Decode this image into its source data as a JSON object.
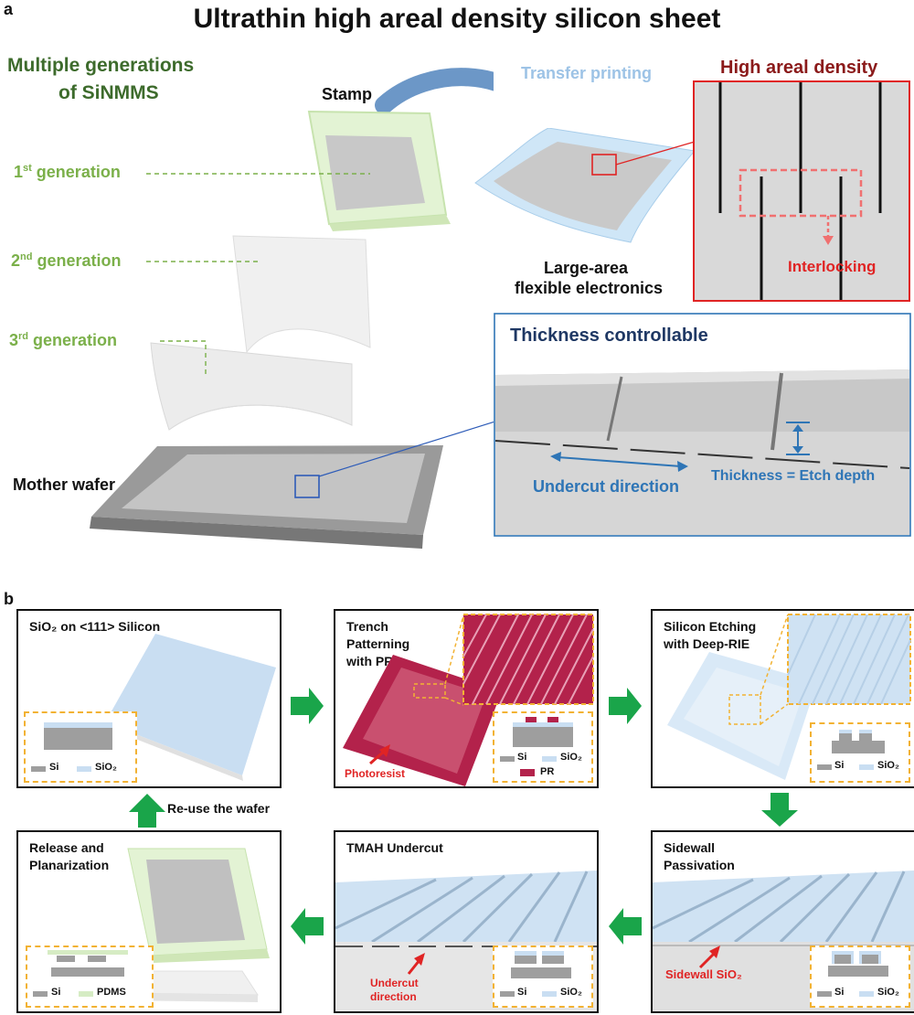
{
  "panel_a": {
    "letter": "a",
    "title": "Ultrathin high areal density silicon sheet",
    "multiple_generations": "Multiple generations",
    "of_sinmms": "of SiNMMS",
    "stamp": "Stamp",
    "transfer_printing": "Transfer printing",
    "gen1_num": "1",
    "gen1_sup": "st",
    "gen1_word": " generation",
    "gen2_num": "2",
    "gen2_sup": "nd",
    "gen2_word": " generation",
    "gen3_num": "3",
    "gen3_sup": "rd",
    "gen3_word": " generation",
    "mother_wafer": "Mother wafer",
    "large_area": "Large-area",
    "flexible_electronics": "flexible electronics",
    "high_areal_density": "High areal density",
    "interlocking": "Interlocking",
    "thickness_controllable": "Thickness controllable",
    "undercut_direction": "Undercut direction",
    "thickness_eq": "Thickness = Etch depth"
  },
  "panel_b": {
    "letter": "b",
    "step1": "SiO₂ on <111> Silicon",
    "step2_l1": "Trench",
    "step2_l2": "Patterning",
    "step2_l3": "with PR",
    "step3_l1": "Silicon Etching",
    "step3_l2": "with Deep-RIE",
    "step4_l1": "Sidewall",
    "step4_l2": "Passivation",
    "step5": "TMAH Undercut",
    "step6_l1": "Release and",
    "step6_l2": "Planarization",
    "photoresist": "Photoresist",
    "sidewall_sio2": "Sidewall SiO₂",
    "undercut_l1": "Undercut",
    "undercut_l2": "direction",
    "reuse": "Re-use the wafer",
    "legend_si": "Si",
    "legend_sio2": "SiO₂",
    "legend_pr": "PR",
    "legend_pdms": "PDMS"
  },
  "colors": {
    "green_label": "#7bb04a",
    "dark_green": "#3d6b2c",
    "dark_red": "#8b1a1a",
    "red": "#e02424",
    "navy": "#1f3864",
    "blue": "#2e75b6",
    "light_blue": "#9dc3e6",
    "arrow_green": "#1aa54a",
    "legend_dash": "#f2b233",
    "photoresist": "#b3224b"
  }
}
